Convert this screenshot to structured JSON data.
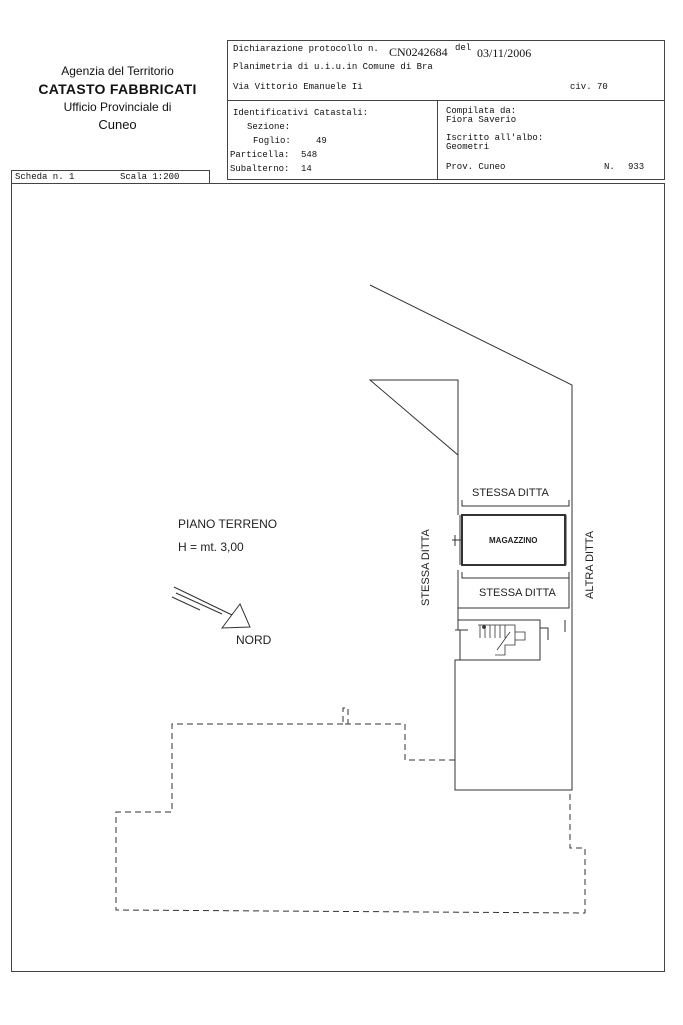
{
  "agency": {
    "line1": "Agenzia del Territorio",
    "line2": "CATASTO FABBRICATI",
    "line3": "Ufficio Provinciale di",
    "line4": "Cuneo"
  },
  "header": {
    "protocol_label": "Dichiarazione protocollo n.",
    "protocol_number": "CN0242684",
    "date_label": "del",
    "date": "03/11/2006",
    "planimetry": "Planimetria di u.i.u.in Comune di Bra",
    "address": "Via Vittorio Emanuele Ii",
    "civic": "civ. 70"
  },
  "cadastral": {
    "title": "Identificativi Catastali:",
    "sezione_label": "Sezione:",
    "foglio_label": "Foglio:",
    "foglio": "49",
    "particella_label": "Particella:",
    "particella": "548",
    "subalterno_label": "Subalterno:",
    "subalterno": "14"
  },
  "compiler": {
    "compiled_by_label": "Compilata da:",
    "compiled_by": "Fiora Saverio",
    "register_label": "Iscritto all'albo:",
    "register": "Geometri",
    "province": "Prov. Cuneo",
    "number_label": "N.",
    "number": "933"
  },
  "sheet": {
    "scheda": "Scheda n. 1",
    "scala": "Scala 1:200"
  },
  "plan": {
    "floor_name": "PIANO TERRENO",
    "height": "H = mt. 3,00",
    "north": "NORD",
    "stessa_ditta_top": "STESSA DITTA",
    "magazzino": "MAGAZZINO",
    "stessa_ditta_bottom": "STESSA DITTA",
    "stessa_ditta_vertical": "STESSA DITTA",
    "altra_ditta_vertical": "ALTRA DITTA"
  }
}
